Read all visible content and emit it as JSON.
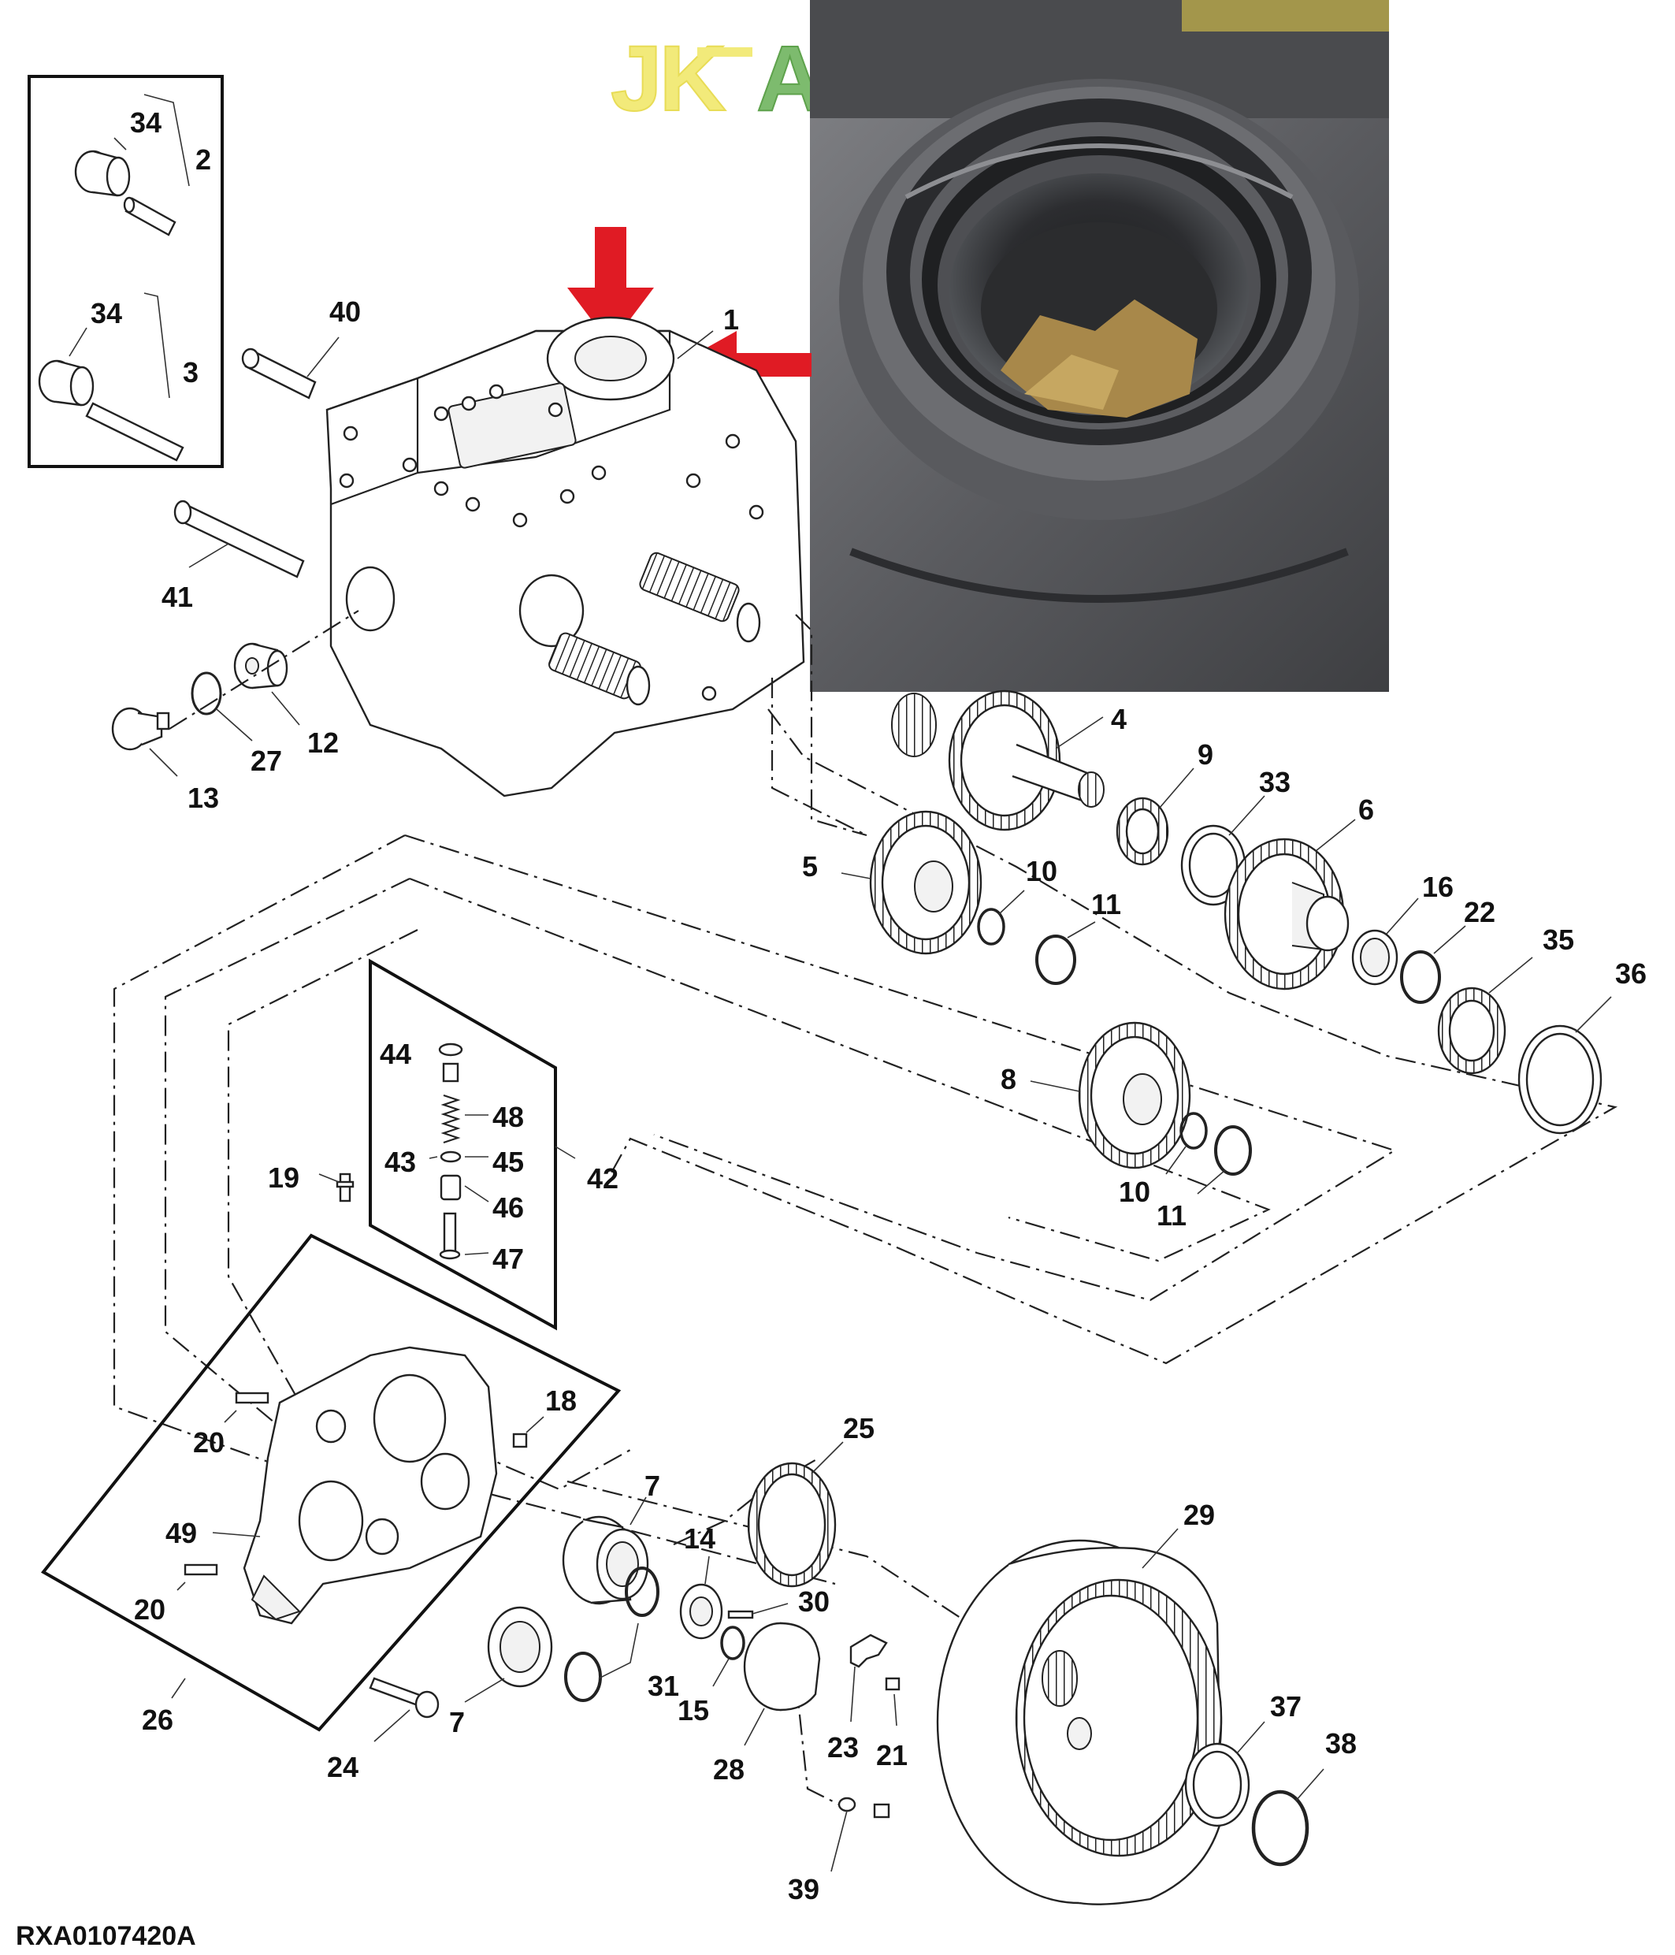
{
  "logo": {
    "text_left": "JK",
    "text_right": "AGR",
    "color_yellow": "#f2ea7a",
    "color_green": "#7dbb6e"
  },
  "figure_id": "RXA0107420A",
  "colors": {
    "arrow": "#e01b24",
    "photo_dark": "#3b3c3f",
    "photo_mid": "#6f7074",
    "photo_gold": "#a8884a"
  },
  "labels": {
    "l1": "1",
    "l2": "2",
    "l3": "3",
    "l4": "4",
    "l5": "5",
    "l6": "6",
    "l7a": "7",
    "l7b": "7",
    "l8": "8",
    "l9": "9",
    "l10a": "10",
    "l10b": "10",
    "l11a": "11",
    "l11b": "11",
    "l12": "12",
    "l13": "13",
    "l14": "14",
    "l15": "15",
    "l16": "16",
    "l18": "18",
    "l19": "19",
    "l20a": "20",
    "l20b": "20",
    "l21": "21",
    "l22": "22",
    "l23": "23",
    "l24": "24",
    "l25": "25",
    "l26": "26",
    "l27": "27",
    "l28": "28",
    "l29": "29",
    "l30": "30",
    "l31": "31",
    "l33": "33",
    "l34a": "34",
    "l34b": "34",
    "l35": "35",
    "l36": "36",
    "l37": "37",
    "l38": "38",
    "l39": "39",
    "l40": "40",
    "l41": "41",
    "l42": "42",
    "l43": "43",
    "l44": "44",
    "l45": "45",
    "l46": "46",
    "l47": "47",
    "l48": "48",
    "l49": "49"
  }
}
